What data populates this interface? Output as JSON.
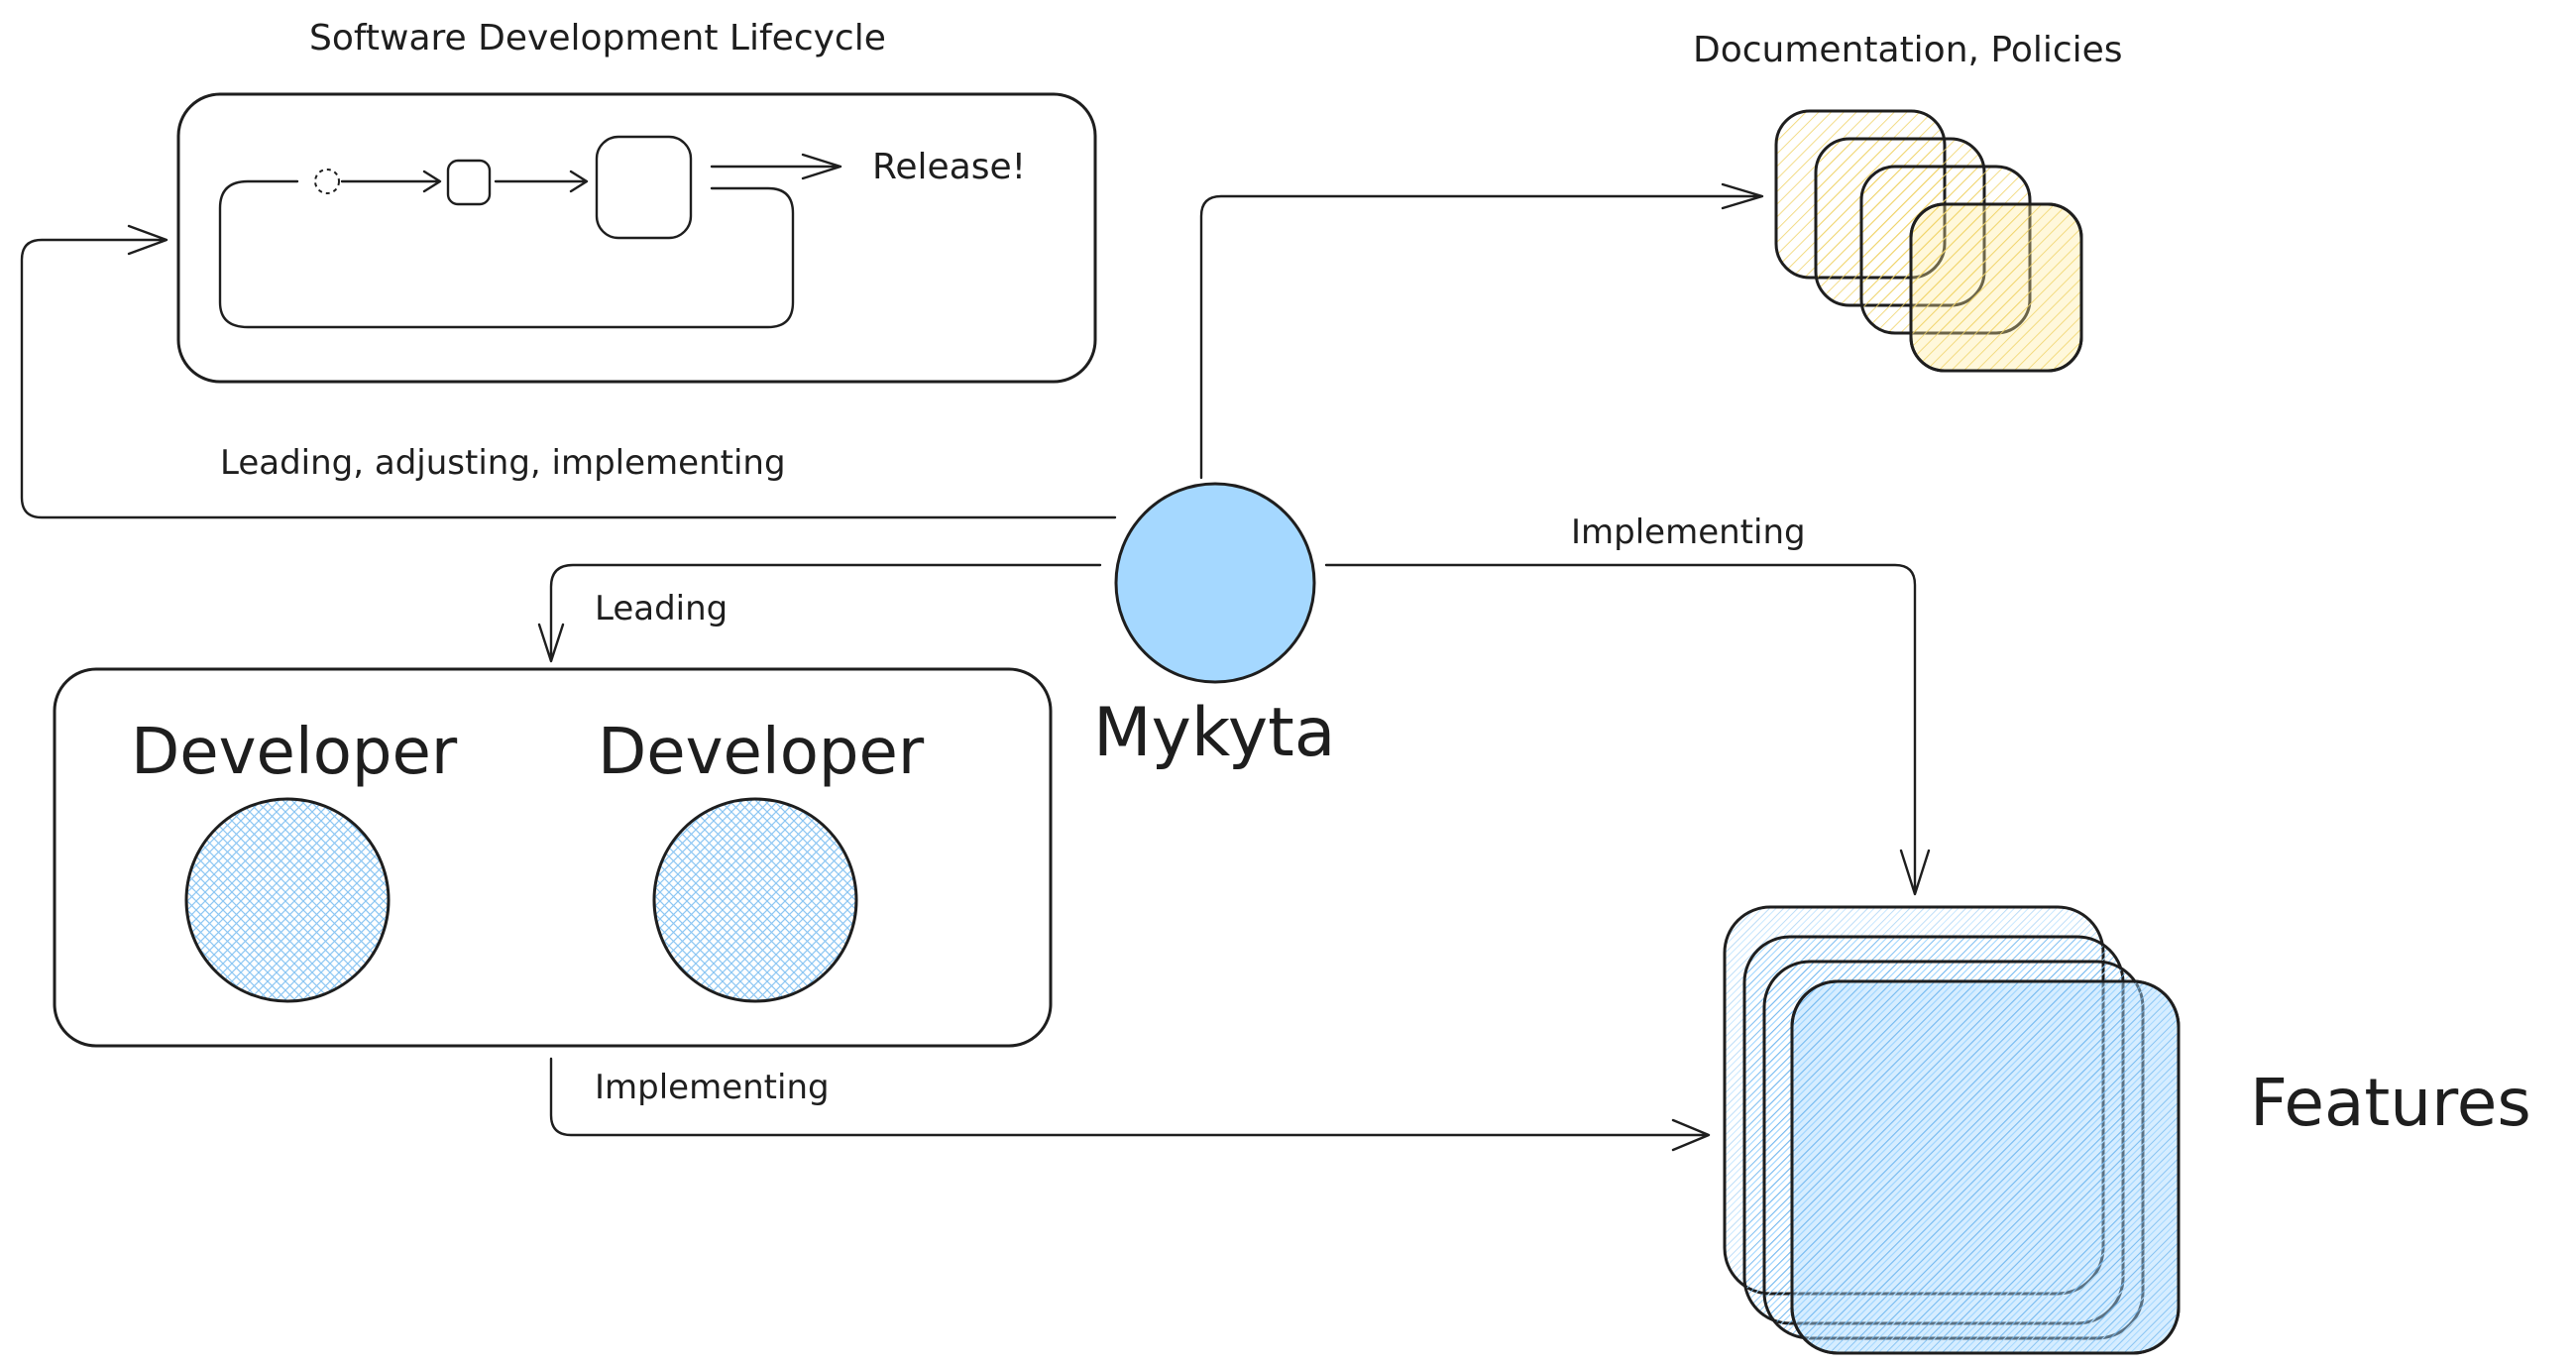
{
  "diagram": {
    "sdlc_title": "Software Development Lifecycle",
    "release_label": "Release!",
    "docs_title": "Documentation, Policies",
    "leading_adjusting_label": "Leading, adjusting, implementing",
    "leading_label": "Leading",
    "implementing_top_label": "Implementing",
    "implementing_bottom_label": "Implementing",
    "developer_1": "Developer",
    "developer_2": "Developer",
    "central_person": "Mykyta",
    "features_label": "Features"
  },
  "colors": {
    "stroke": "#1e1e1e",
    "person_fill": "#a5d8ff",
    "developer_hatch": "#a5d8ff",
    "docs_fill": "#ffec99",
    "features_fill": "#a5d8ff"
  }
}
